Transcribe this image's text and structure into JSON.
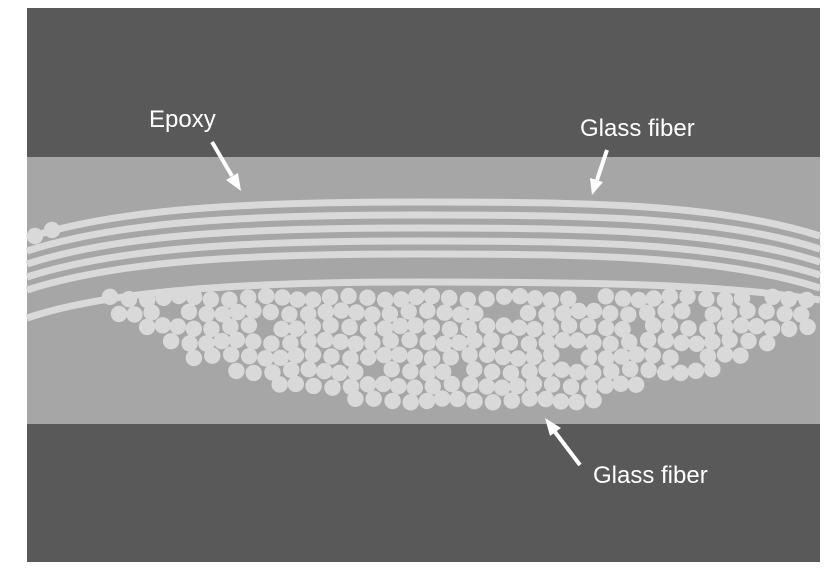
{
  "labels": {
    "epoxy": "Epoxy",
    "glass_fiber_top": "Glass fiber",
    "glass_fiber_bottom": "Glass fiber"
  },
  "colors": {
    "outer_layer": "#595959",
    "epoxy_layer": "#a6a6a6",
    "fiber": "#d9d9d9",
    "text": "#ffffff",
    "arrow": "#ffffff"
  }
}
